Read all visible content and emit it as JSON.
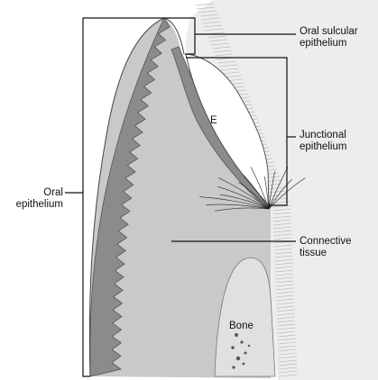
{
  "figure": {
    "labels": {
      "oral_sulcular": [
        "Oral sulcular",
        "epithelium"
      ],
      "junctional": [
        "Junctional",
        "epithelium"
      ],
      "oral": [
        "Oral",
        "epithelium"
      ],
      "connective": [
        "Connective",
        "tissue"
      ],
      "enamel": "E",
      "bone": "Bone"
    },
    "colors": {
      "background": "#ffffff",
      "connective_tissue": "#c9c9c9",
      "epithelium": "#8b8b8b",
      "enamel_space": "#ffffff",
      "tooth_surface": "#ececec",
      "bone": "#d8d8d8",
      "line": "#111111"
    }
  }
}
